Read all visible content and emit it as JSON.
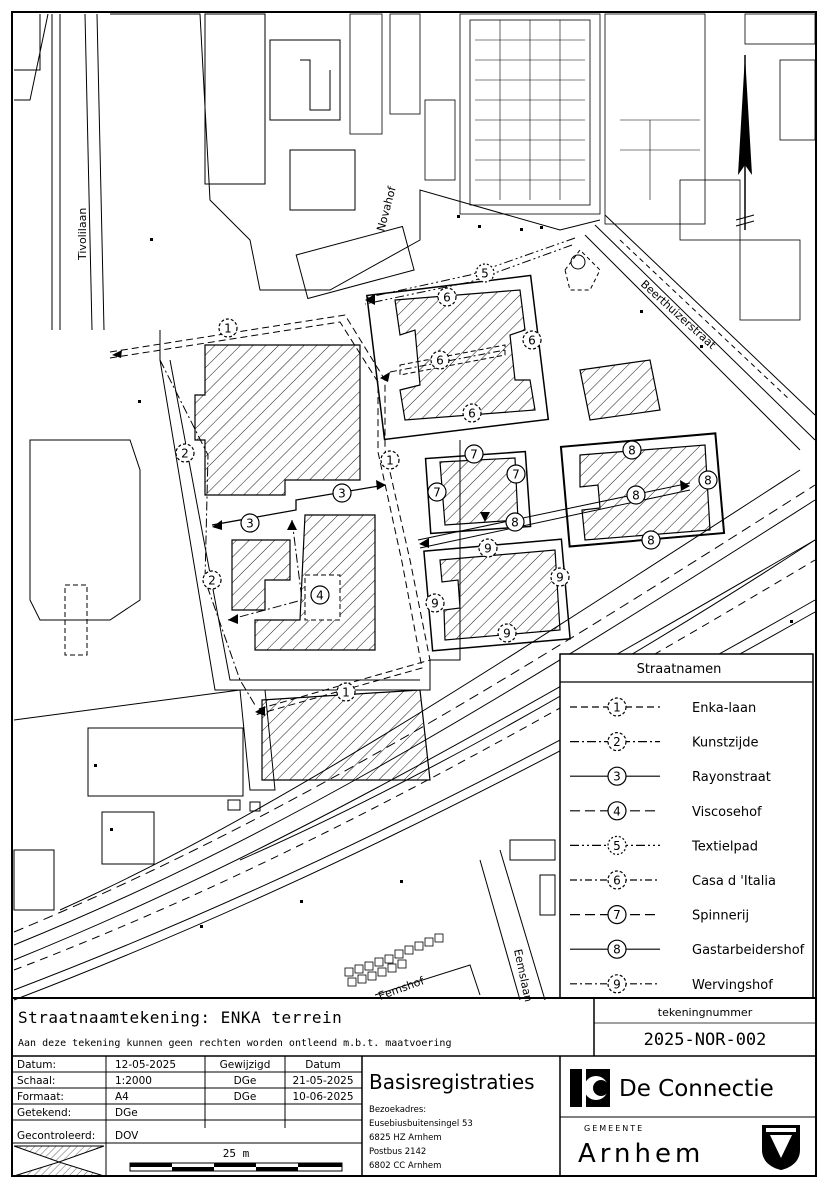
{
  "map": {
    "street_labels": {
      "tivolilaan": "Tivolilaan",
      "novahof": "Novahof",
      "beaufortweg": "Beerthuizerstraat",
      "eemshof": "Eemshof",
      "eemslaan": "Eemslaan"
    },
    "markers": [
      {
        "num": "1",
        "street": "Enka-laan"
      },
      {
        "num": "2",
        "street": "Kunstzijde"
      },
      {
        "num": "3",
        "street": "Rayonstraat"
      },
      {
        "num": "4",
        "street": "Viscosehof"
      },
      {
        "num": "5",
        "street": "Textielpad"
      },
      {
        "num": "6",
        "street": "Casa d 'Italia"
      },
      {
        "num": "7",
        "street": "Spinnerij"
      },
      {
        "num": "8",
        "street": "Gastarbeidershof"
      },
      {
        "num": "9",
        "street": "Wervingshof"
      }
    ]
  },
  "legend": {
    "title": "Straatnamen",
    "items": [
      {
        "num": "1",
        "name": "Enka-laan"
      },
      {
        "num": "2",
        "name": "Kunstzijde"
      },
      {
        "num": "3",
        "name": "Rayonstraat"
      },
      {
        "num": "4",
        "name": "Viscosehof"
      },
      {
        "num": "5",
        "name": "Textielpad"
      },
      {
        "num": "6",
        "name": "Casa d 'Italia"
      },
      {
        "num": "7",
        "name": "Spinnerij"
      },
      {
        "num": "8",
        "name": "Gastarbeidershof"
      },
      {
        "num": "9",
        "name": "Wervingshof"
      }
    ]
  },
  "titleblock": {
    "title": "Straatnaamtekening: ENKA terrein",
    "disclaimer": "Aan deze tekening kunnen geen rechten worden ontleend m.b.t. maatvoering",
    "drawing_number_label": "tekeningnummer",
    "drawing_number": "2025-NOR-002",
    "rows": {
      "datum_label": "Datum:",
      "datum_value": "12-05-2025",
      "schaal_label": "Schaal:",
      "schaal_value": "1:2000",
      "formaat_label": "Formaat:",
      "formaat_value": "A4",
      "getekend_label": "Getekend:",
      "getekend_value": "DGe",
      "gecontroleerd_label": "Gecontroleerd:",
      "gecontroleerd_value": "DOV"
    },
    "revisions": {
      "col1_header": "Gewijzigd",
      "col2_header": "Datum",
      "rows": [
        {
          "by": "DGe",
          "date": "21-05-2025"
        },
        {
          "by": "DGe",
          "date": "10-06-2025"
        }
      ]
    },
    "scalebar_label": "25  m",
    "org": {
      "name": "Basisregistraties",
      "address_lines": [
        "Bezoekadres:",
        "Eusebiusbuitensingel 53",
        "6825 HZ Arnhem",
        "Postbus 2142",
        "6802 CC Arnhem"
      ]
    },
    "logo_text": "De Connectie",
    "gemeente_label": "GEMEENTE",
    "city": "Arnhem"
  }
}
